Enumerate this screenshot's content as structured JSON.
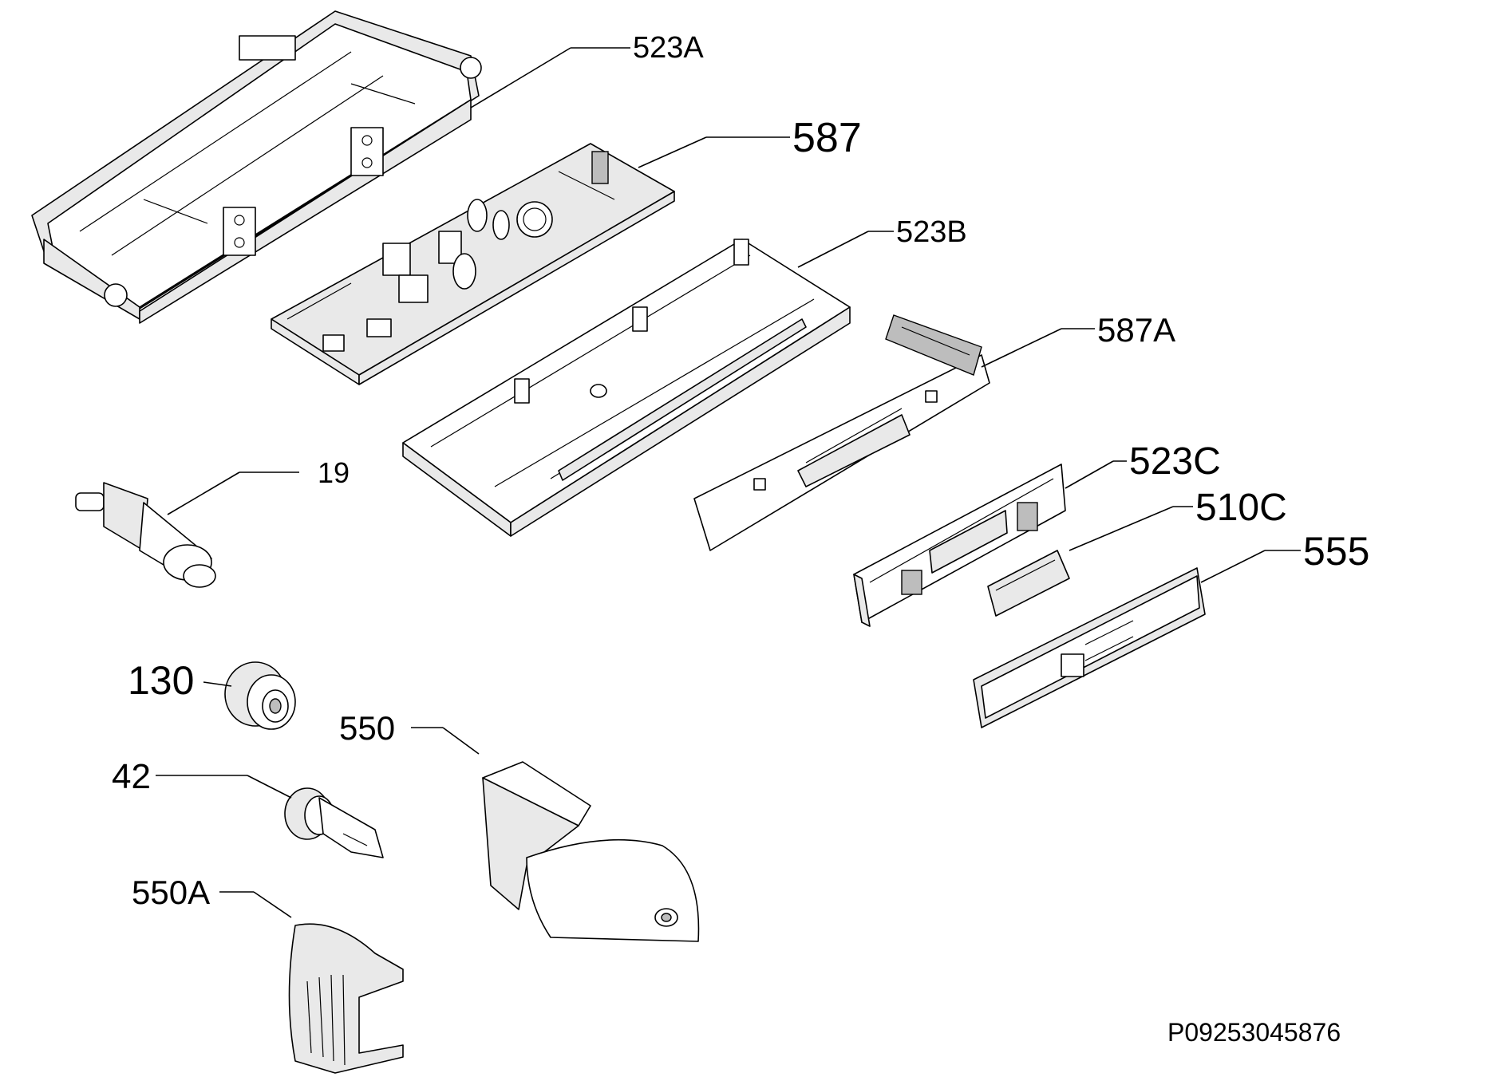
{
  "labels": {
    "l523a": "523A",
    "l587": "587",
    "l523b": "523B",
    "l587a": "587A",
    "l19": "19",
    "l523c": "523C",
    "l510c": "510C",
    "l555": "555",
    "l130": "130",
    "l550": "550",
    "l42": "42",
    "l550a": "550A"
  },
  "footer": {
    "ref_code": "P09253045876"
  }
}
